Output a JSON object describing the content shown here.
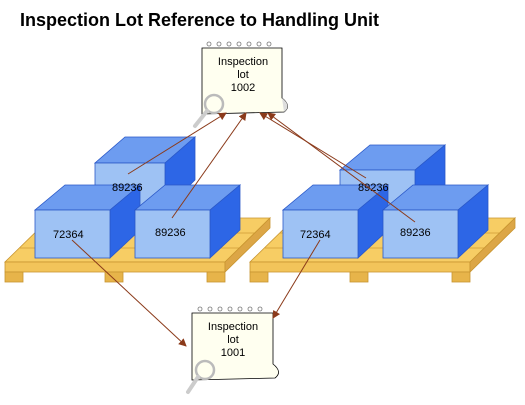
{
  "title": "Inspection Lot Reference to Handling Unit",
  "inspection_lots": [
    {
      "line1": "Inspection",
      "line2": "lot",
      "number": "1002"
    },
    {
      "line1": "Inspection",
      "line2": "lot",
      "number": "1001"
    }
  ],
  "pallets": [
    {
      "boxes": [
        "89236",
        "72364",
        "89236"
      ]
    },
    {
      "boxes": [
        "89236",
        "72364",
        "89236"
      ]
    }
  ],
  "colors": {
    "box_front": "#9ec2f4",
    "box_top": "#6d9cf0",
    "box_side": "#2d66e6",
    "pallet": "#f2c45a",
    "arrow": "#8b3a1a",
    "doc_paper": "#fffff0"
  }
}
